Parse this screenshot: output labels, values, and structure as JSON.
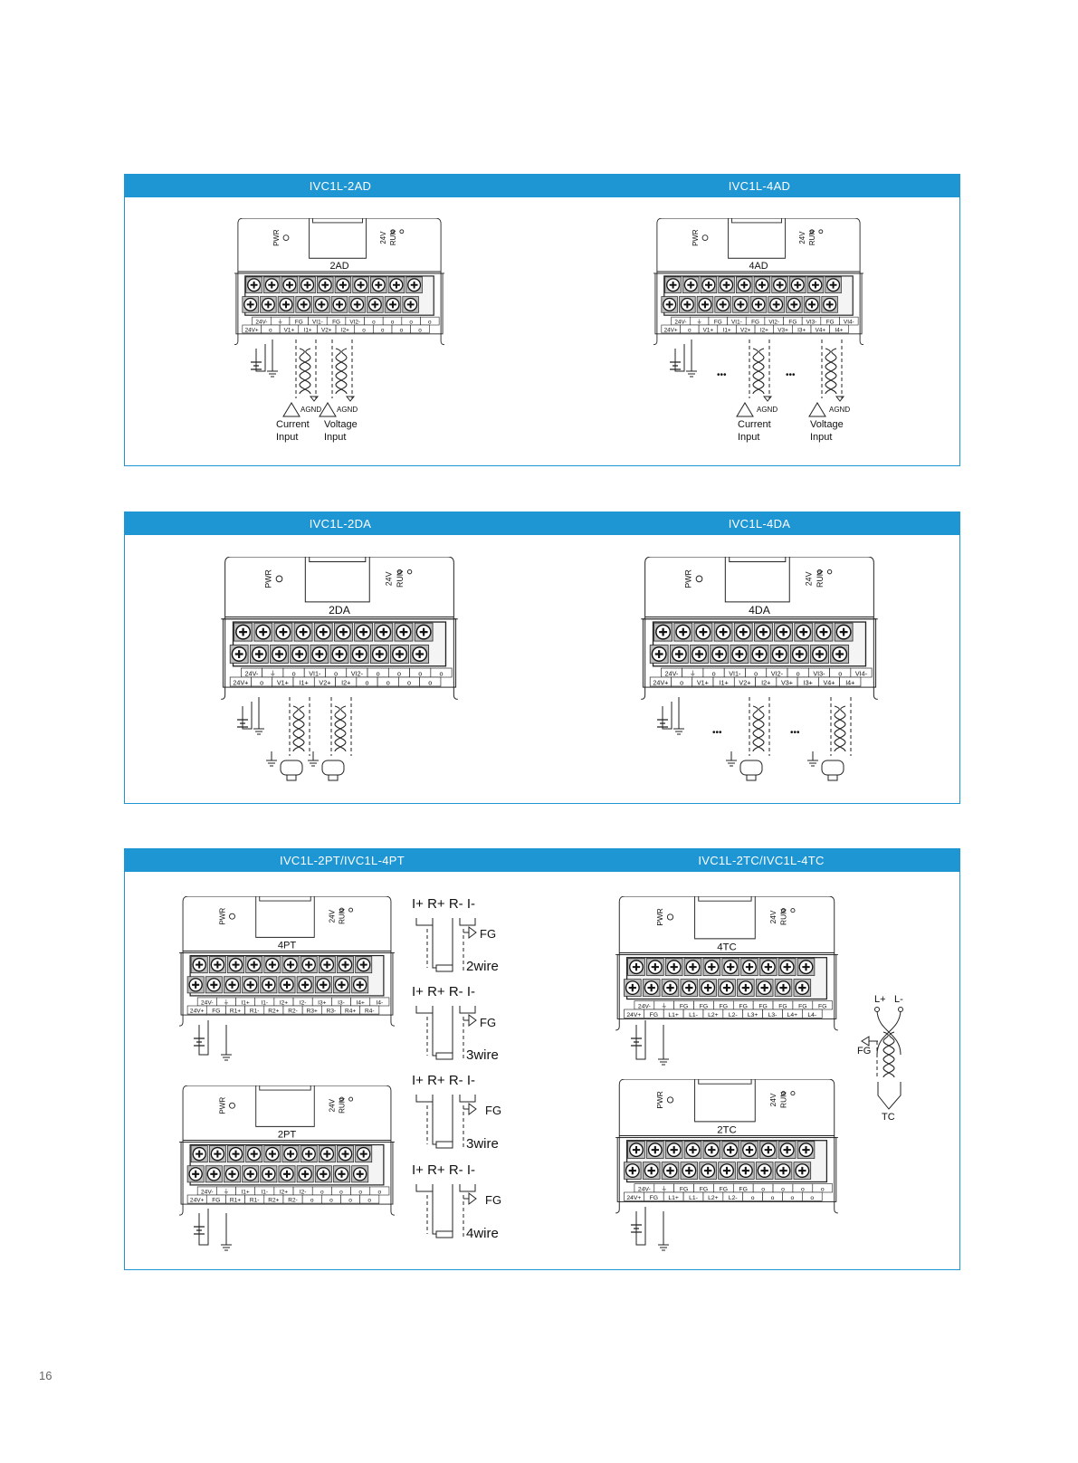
{
  "sections": [
    {
      "left_title": "IVC1L-2AD",
      "right_title": "IVC1L-4AD"
    },
    {
      "left_title": "IVC1L-2DA",
      "right_title": "IVC1L-4DA"
    },
    {
      "left_title": "IVC1L-2PT/IVC1L-4PT",
      "right_title": "IVC1L-2TC/IVC1L-4TC"
    }
  ],
  "modules": {
    "m2AD": {
      "model": "2AD",
      "pwr": "PWR",
      "v24": "24V",
      "run": "RUN",
      "top": [
        "24V-",
        "⏚",
        "FG",
        "VI1-",
        "FG",
        "VI2-",
        "o",
        "o",
        "o",
        "o"
      ],
      "bottom": [
        "24V+",
        "o",
        "V1+",
        "I1+",
        "V2+",
        "I2+",
        "o",
        "o",
        "o",
        "o"
      ]
    },
    "m4AD": {
      "model": "4AD",
      "pwr": "PWR",
      "v24": "24V",
      "run": "RUN",
      "top": [
        "24V-",
        "⏚",
        "FG",
        "VI1-",
        "FG",
        "VI2-",
        "FG",
        "VI3-",
        "FG",
        "VI4-"
      ],
      "bottom": [
        "24V+",
        "o",
        "V1+",
        "I1+",
        "V2+",
        "I2+",
        "V3+",
        "I3+",
        "V4+",
        "I4+"
      ]
    },
    "m2DA": {
      "model": "2DA",
      "pwr": "PWR",
      "v24": "24V",
      "run": "RUN",
      "top": [
        "24V-",
        "⏚",
        "o",
        "VI1-",
        "o",
        "VI2-",
        "o",
        "o",
        "o",
        "o"
      ],
      "bottom": [
        "24V+",
        "o",
        "V1+",
        "I1+",
        "V2+",
        "I2+",
        "o",
        "o",
        "o",
        "o"
      ]
    },
    "m4DA": {
      "model": "4DA",
      "pwr": "PWR",
      "v24": "24V",
      "run": "RUN",
      "top": [
        "24V-",
        "⏚",
        "o",
        "VI1-",
        "o",
        "VI2-",
        "o",
        "VI3-",
        "o",
        "VI4-"
      ],
      "bottom": [
        "24V+",
        "o",
        "V1+",
        "I1+",
        "V2+",
        "I2+",
        "V3+",
        "I3+",
        "V4+",
        "I4+"
      ]
    },
    "m4PT": {
      "model": "4PT",
      "pwr": "PWR",
      "v24": "24V",
      "run": "RUN",
      "top": [
        "24V-",
        "⏚",
        "I1+",
        "I1-",
        "I2+",
        "I2-",
        "I3+",
        "I3-",
        "I4+",
        "I4-"
      ],
      "bottom": [
        "24V+",
        "FG",
        "R1+",
        "R1-",
        "R2+",
        "R2-",
        "R3+",
        "R3-",
        "R4+",
        "R4-"
      ]
    },
    "m2PT": {
      "model": "2PT",
      "pwr": "PWR",
      "v24": "24V",
      "run": "RUN",
      "top": [
        "24V-",
        "⏚",
        "I1+",
        "I1-",
        "I2+",
        "I2-",
        "o",
        "o",
        "o",
        "o"
      ],
      "bottom": [
        "24V+",
        "FG",
        "R1+",
        "R1-",
        "R2+",
        "R2-",
        "o",
        "o",
        "o",
        "o"
      ]
    },
    "m4TC": {
      "model": "4TC",
      "pwr": "PWR",
      "v24": "24V",
      "run": "RUN",
      "top": [
        "24V-",
        "⏚",
        "FG",
        "FG",
        "FG",
        "FG",
        "FG",
        "FG",
        "FG",
        "FG"
      ],
      "bottom": [
        "24V+",
        "FG",
        "L1+",
        "L1-",
        "L2+",
        "L2-",
        "L3+",
        "L3-",
        "L4+",
        "L4-"
      ]
    },
    "m2TC": {
      "model": "2TC",
      "pwr": "PWR",
      "v24": "24V",
      "run": "RUN",
      "top": [
        "24V-",
        "⏚",
        "FG",
        "FG",
        "FG",
        "FG",
        "o",
        "o",
        "o",
        "o"
      ],
      "bottom": [
        "24V+",
        "FG",
        "L1+",
        "L1-",
        "L2+",
        "L2-",
        "o",
        "o",
        "o",
        "o"
      ]
    }
  },
  "analog_labels": {
    "agnd": "AGND",
    "current_input": [
      "Current",
      "Input"
    ],
    "voltage_input": [
      "Voltage",
      "Input"
    ],
    "dots": "•••"
  },
  "rtd_wiring": {
    "terminals": "I+ R+ R- I-",
    "fg": "FG",
    "modes": [
      "2wire",
      "3wire",
      "3wire",
      "4wire"
    ]
  },
  "tc_wiring": {
    "plus": "L+",
    "minus": "L-",
    "fg": "FG",
    "tc": "TC"
  },
  "page_number": "16"
}
